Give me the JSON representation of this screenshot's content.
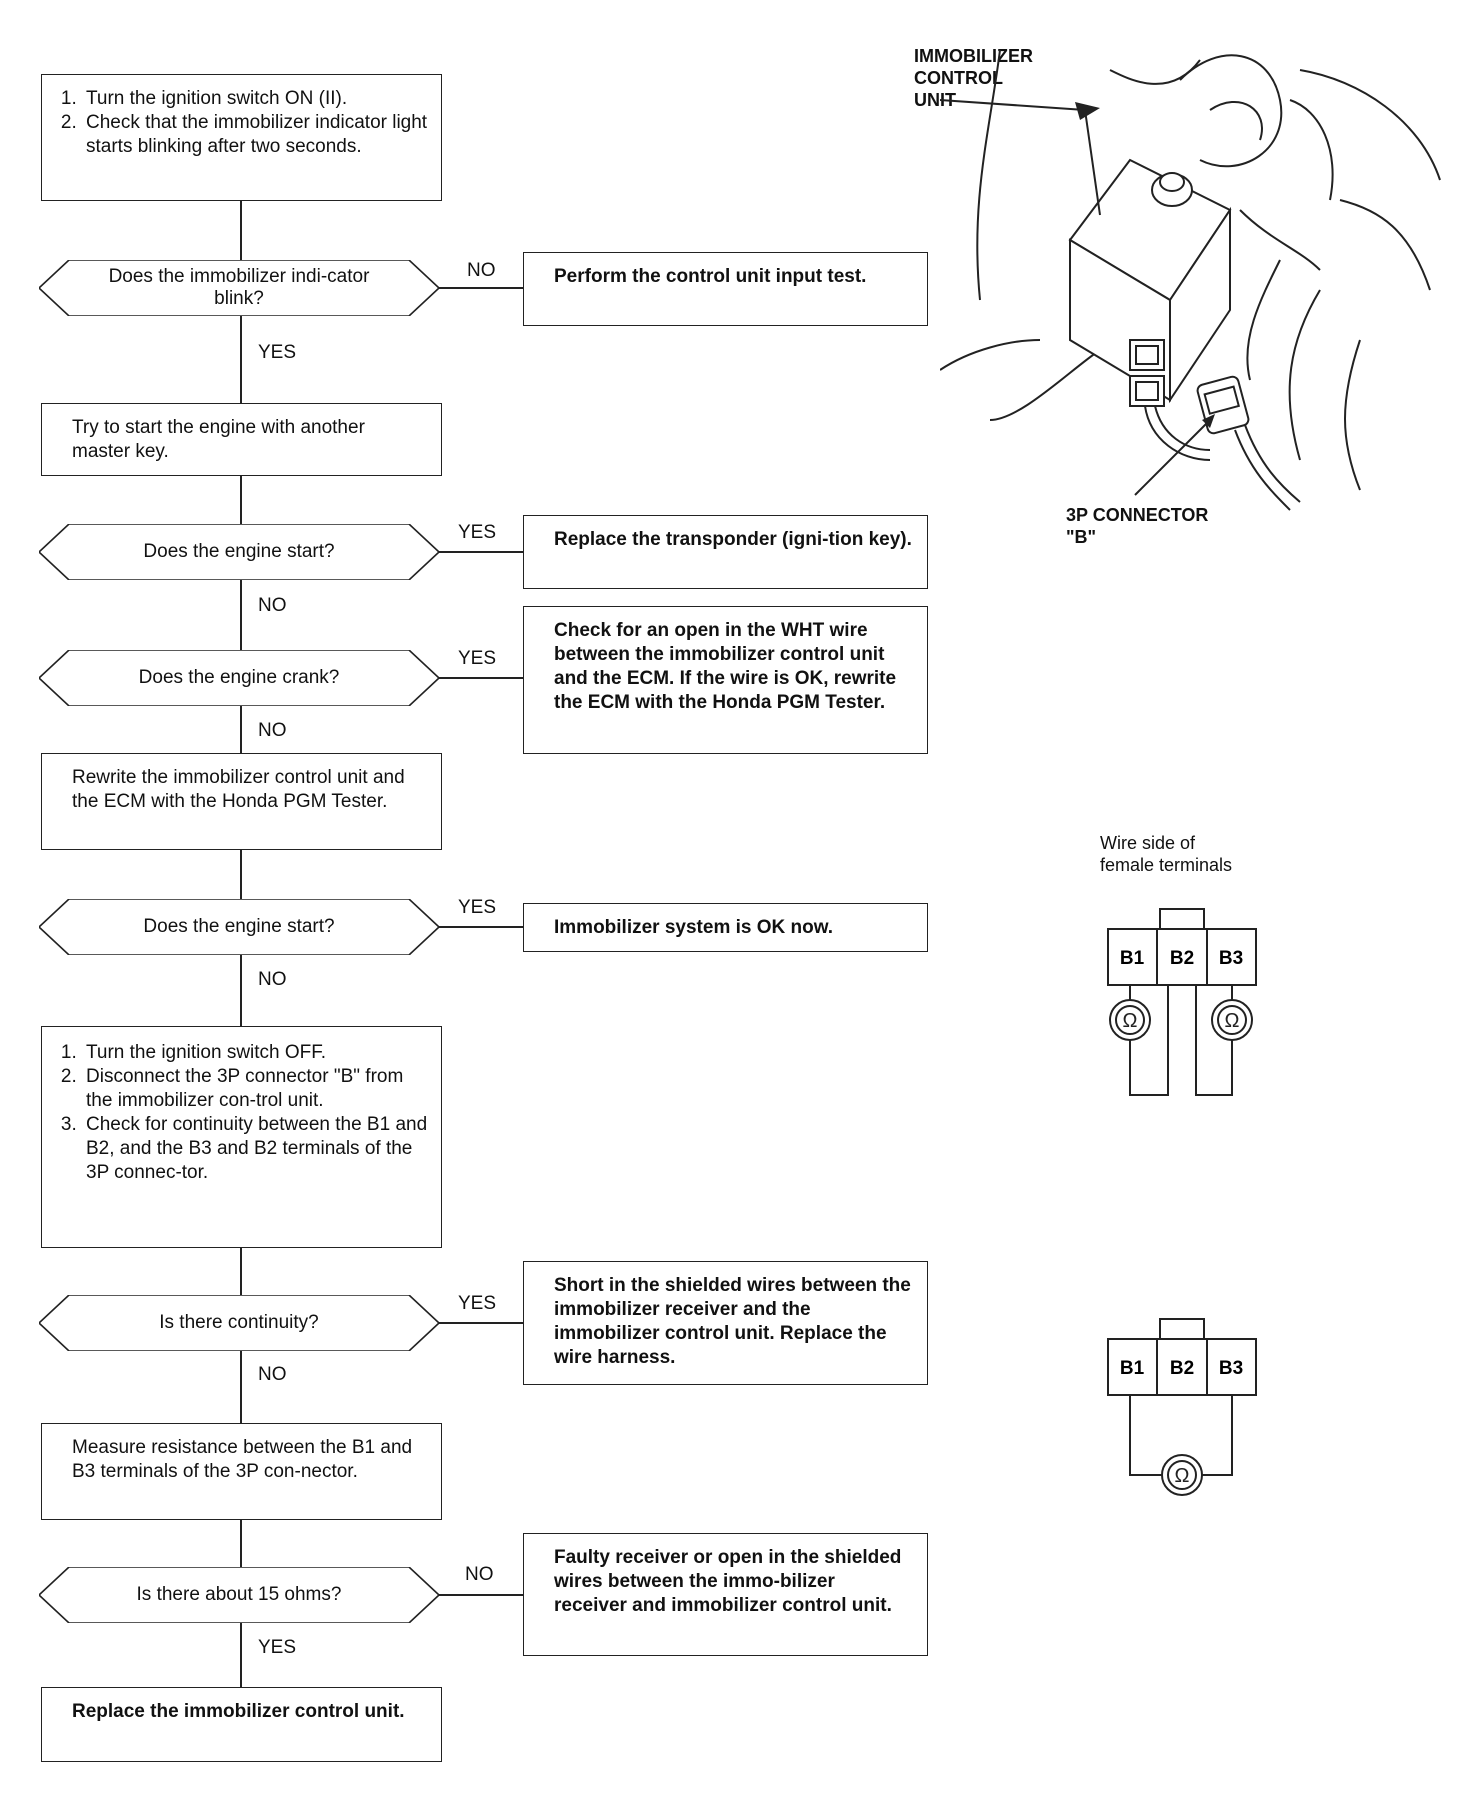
{
  "flow": {
    "s1": {
      "items": [
        "Turn the ignition switch ON (II).",
        "Check that the immobilizer indicator light starts blinking after two seconds."
      ]
    },
    "d1": {
      "q": "Does the immobilizer indi-cator blink?",
      "yes": "YES",
      "no": "NO"
    },
    "r1": "Perform the control unit input test.",
    "s2": "Try to start the engine with another master key.",
    "d2": {
      "q": "Does the engine start?",
      "yes": "YES",
      "no": "NO"
    },
    "r2": "Replace the transponder (igni-tion key).",
    "d3": {
      "q": "Does the engine crank?",
      "yes": "YES",
      "no": "NO"
    },
    "r3": "Check for an open in the WHT wire between the immobilizer control unit and the ECM. If the wire is OK, rewrite the ECM with the Honda PGM Tester.",
    "s3": "Rewrite the immobilizer control unit and the ECM with the Honda PGM Tester.",
    "d4": {
      "q": "Does the engine start?",
      "yes": "YES",
      "no": "NO"
    },
    "r4": "Immobilizer system is OK now.",
    "s4": {
      "items": [
        "Turn the ignition switch OFF.",
        "Disconnect the 3P connector \"B\" from the immobilizer con-trol unit.",
        "Check for continuity between the B1 and B2, and the B3 and B2 terminals of the 3P connec-tor."
      ]
    },
    "d5": {
      "q": "Is there continuity?",
      "yes": "YES",
      "no": "NO"
    },
    "r5": "Short in the shielded wires between the immobilizer receiver and the immobilizer control unit. Replace the wire harness.",
    "s5": "Measure resistance between the B1 and B3 terminals of the 3P con-nector.",
    "d6": {
      "q": "Is there about 15 ohms?",
      "yes": "YES",
      "no": "NO"
    },
    "r6": "Faulty receiver or open in the shielded wires between the immo-bilizer receiver and immobilizer control unit.",
    "s6": "Replace the immobilizer control unit."
  },
  "illustration": {
    "unit_label": [
      "IMMOBILIZER",
      "CONTROL",
      "UNIT"
    ],
    "connector_label": [
      "3P CONNECTOR",
      "\"B\""
    ]
  },
  "connectors": {
    "wire_side_label": [
      "Wire side of",
      "female terminals"
    ],
    "pins": [
      "B1",
      "B2",
      "B3"
    ],
    "ohm_symbol": "Ω"
  }
}
